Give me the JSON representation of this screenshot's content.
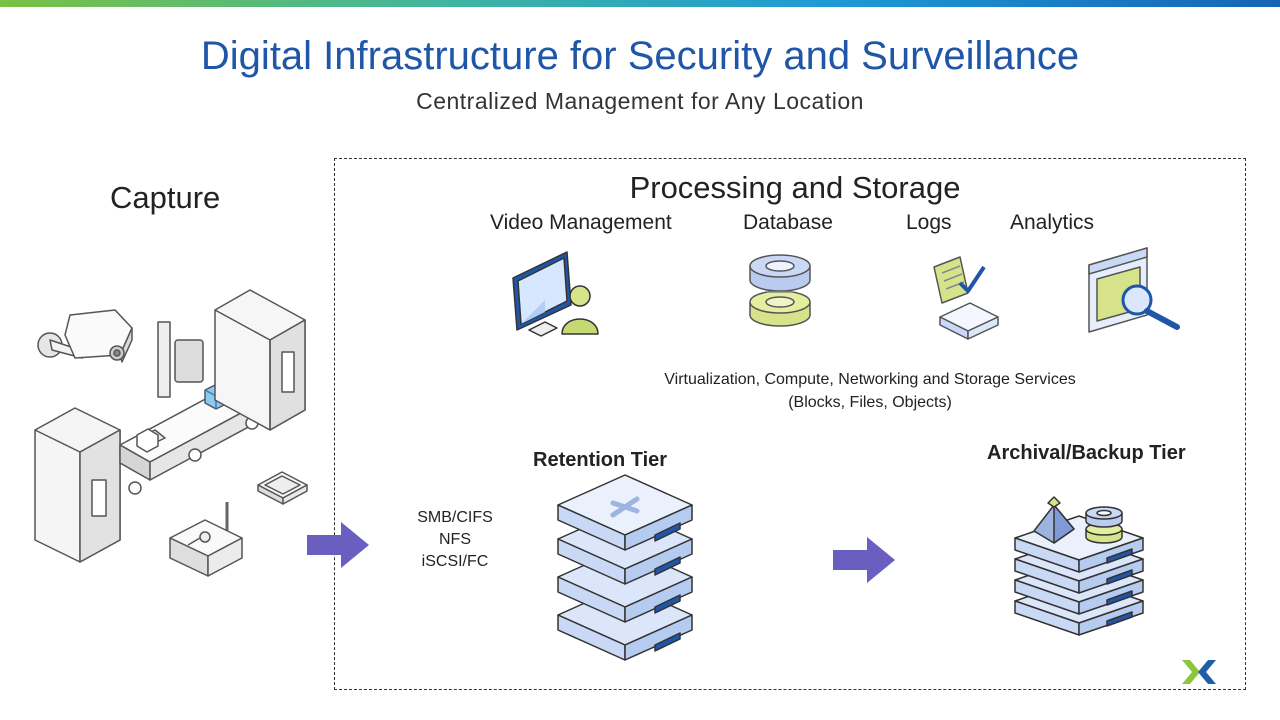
{
  "header": {
    "title": "Digital Infrastructure for Security and Surveillance",
    "subtitle": "Centralized Management for Any Location"
  },
  "capture": {
    "label": "Capture"
  },
  "processing": {
    "title": "Processing and Storage",
    "services": [
      "Video Management",
      "Database",
      "Logs",
      "Analytics"
    ],
    "virtualization_line1": "Virtualization, Compute, Networking and Storage Services",
    "virtualization_line2": "(Blocks, Files, Objects)"
  },
  "protocols": [
    "SMB/CIFS",
    "NFS",
    "iSCSI/FC"
  ],
  "tiers": {
    "retention": "Retention Tier",
    "archival": "Archival/Backup Tier"
  },
  "colors": {
    "title_blue": "#1f56a8",
    "arrow_purple": "#6a5fc1",
    "server_blue": "#c9d9f5",
    "accent_green": "#d6e38a",
    "nutanix_green": "#8cc63f",
    "nutanix_blue": "#1f5fa8"
  }
}
